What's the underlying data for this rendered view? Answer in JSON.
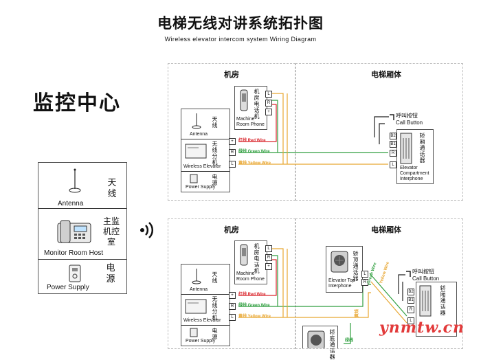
{
  "title": "电梯无线对讲系统拓扑图",
  "subtitle": "Wireless elevator intercom system Wiring Diagram",
  "monitor_center": {
    "title": "监控中心",
    "antenna_cn": "天线",
    "antenna_en": "Antenna",
    "host_cn": "主监机控室",
    "host_en": "Monitor Room Host",
    "power_cn": "电源",
    "power_en": "Power Supply"
  },
  "panels": [
    {
      "machine_room": "机房",
      "elevator_car": "电梯厢体",
      "machine_phone_cn": "机房电话机",
      "machine_phone_en": "Machine Room Phone",
      "antenna_cn": "天线",
      "antenna_en": "Antenna",
      "wireless_cn": "无线分机",
      "wireless_en": "Wireless Elevator",
      "power_cn": "电源",
      "power_en": "Power Supply",
      "red_wire": "红线 Red Wire",
      "green_wire": "绿线 Green Wire",
      "yellow_wire": "黄线 Yellow Wire",
      "call_button_cn": "呼叫按钮",
      "call_button_en": "Call Button",
      "car_phone_cn": "轿厢通话器",
      "car_phone_en": "Elevator Compartment Interphone"
    },
    {
      "machine_room": "机房",
      "elevator_car": "电梯厢体",
      "machine_phone_cn": "机房电话机",
      "machine_phone_en": "Machine Room Phone",
      "antenna_cn": "天线",
      "antenna_en": "Antenna",
      "wireless_cn": "无线分机",
      "wireless_en": "Wireless Elevator",
      "power_cn": "电源",
      "power_en": "Power Supply",
      "red_wire": "红线 Red Wire",
      "green_wire": "绿线 Green Wire",
      "yellow_wire": "黄线 Yellow Wire",
      "call_button_cn": "呼叫按钮",
      "call_button_en": "Call Button",
      "car_phone_cn": "轿厢通话器",
      "top_phone_cn": "轿顶通话器",
      "top_phone_en": "Elevator Top Interphone",
      "bottom_phone_cn": "轿底通话器",
      "green_wire_v": "Green Wire",
      "yellow_wire_v": "Yellow Wire",
      "green_short": "绿线",
      "yellow_short": "黄线"
    }
  ],
  "terminals": [
    "L",
    "R",
    "+",
    "B2",
    "B1"
  ],
  "watermark": "ynmtw.cn",
  "colors": {
    "red": "#d9262c",
    "green": "#2e9e3e",
    "yellow": "#e8a630",
    "section_border": "#bdbdbd"
  }
}
